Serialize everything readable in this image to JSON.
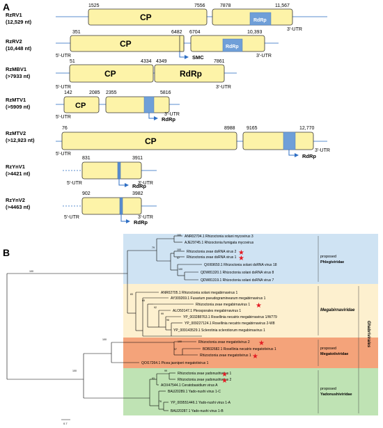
{
  "panels": {
    "a": "A",
    "b": "B"
  },
  "genomes": [
    {
      "name": "RzRV1",
      "length": "(12,529 nt)",
      "coords": [
        "1525",
        "7556",
        "7878",
        "11,567"
      ],
      "utr5": "",
      "utr3": "3'-UTR",
      "cp": "CP",
      "rdrp": "RdRp"
    },
    {
      "name": "RzRV2",
      "length": "(10,448 nt)",
      "coords": [
        "351",
        "6482",
        "6704",
        "10,393"
      ],
      "utr5": "5'-UTR",
      "utr3": "3'-UTR",
      "cp": "CP",
      "rdrp": "RdRp",
      "smc": "SMC"
    },
    {
      "name": "RzMBV1",
      "length": "(>7933 nt)",
      "coords": [
        "51",
        "4334",
        "4349",
        "7861"
      ],
      "utr5": "5'-UTR",
      "utr3": "3'-UTR",
      "cp": "CP",
      "rdrp": "RdRp"
    },
    {
      "name": "RzMTV1",
      "length": "(>5909 nt)",
      "coords": [
        "142",
        "2085",
        "2355",
        "5816"
      ],
      "utr5": "5'-UTR",
      "utr3": "3'-UTR",
      "cp": "CP",
      "rdrp_arrow": "RdRp"
    },
    {
      "name": "RzMTV2",
      "length": "(>12,923 nt)",
      "coords": [
        "76",
        "8988",
        "9165",
        "12,770"
      ],
      "utr5": "5'-UTR",
      "utr3": "3'-UTR",
      "cp": "CP",
      "rdrp_arrow": "RdRp"
    },
    {
      "name": "RzYnV1",
      "length": "(>4421 nt)",
      "coords": [
        "831",
        "3911"
      ],
      "utr5": "5'-UTR",
      "utr3": "3'-UTR",
      "rdrp_arrow": "RdRp"
    },
    {
      "name": "RzYnV2",
      "length": "(>4463 nt)",
      "coords": [
        "902",
        "3982"
      ],
      "utr5": "5'-UTR",
      "utr3": "3'-UTR",
      "rdrp_arrow": "RdRp"
    }
  ],
  "tree": {
    "clades": [
      {
        "label": "proposed",
        "family": "Phlegiviridae",
        "color": "#cfe3f3"
      },
      {
        "label": "",
        "family": "Megabirnaviridae",
        "color": "#fdf0cf"
      },
      {
        "label": "proposed",
        "family": "Megatotiviridae",
        "color": "#f4a37a"
      },
      {
        "label": "proposed",
        "family": "Yadonushiviridae",
        "color": "#bfe3b4"
      }
    ],
    "order": "Ghabrivirales",
    "leaves": [
      "ANR02704.1 Rhizoctonia solani mycovirus 3",
      "AJE29745.1 Rhizoctonia fumigata mycovirus",
      "Rhizoctonia zeae dsRNA virus 2",
      "Rhizoctonia zeae dsRNA virus 1",
      "QXI69650.1 Rhizoctonia solani dsRNA virus 18",
      "QDW81320.1 Rhizoctonia solani dsRNA virus 8",
      "QDW81319.1 Rhizoctonia solani dsRNA virus 7",
      "ANR02705.1 Rhizoctonia solani megabirnavirus 1",
      "AY309269.1 Fusarium pseudograminearum megabirnavirus 1",
      "Rhizoctonia zeae megabirnavirus 1",
      "ALO50147.1 Pleosporales megabirnavirus 1",
      "YP_003288763.1 Rosellinia necatrix megabirnavirus 1/W779",
      "YP_009227124.1 Rosellinia necatrix megabirnavirus 2-W8",
      "YP_009143529.1 Sclerotinia sclerotiorum megabirnavirus 1",
      "Rhizoctonia zeae megatotivirus 2",
      "BDB32682.1 Rosellinia necatrix megatotivirus 1",
      "Rhizoctonia zeae megatotivirus 1",
      "QOI17264.1 Picea jasniperi megatotivirus 1",
      "Rhizoctonia zeae yadonushivirus 1",
      "Rhizoctonia zeae yadonushivirus 2",
      "AOX47544.1 Ceratobasidium virus A",
      "BAU20289.1 Yado-nushi virus 1-C",
      "YP_009551446.1 Yado-nushi virus 1-A",
      "BAU20287.1 Yado-nushi virus 1-B"
    ],
    "bootstraps": [
      "100",
      "79",
      "100",
      "97",
      "100",
      "100",
      "83",
      "65",
      "92",
      "99",
      "96",
      "97",
      "100",
      "100",
      "100",
      "93",
      "99",
      "76"
    ],
    "scale": "0.7"
  }
}
